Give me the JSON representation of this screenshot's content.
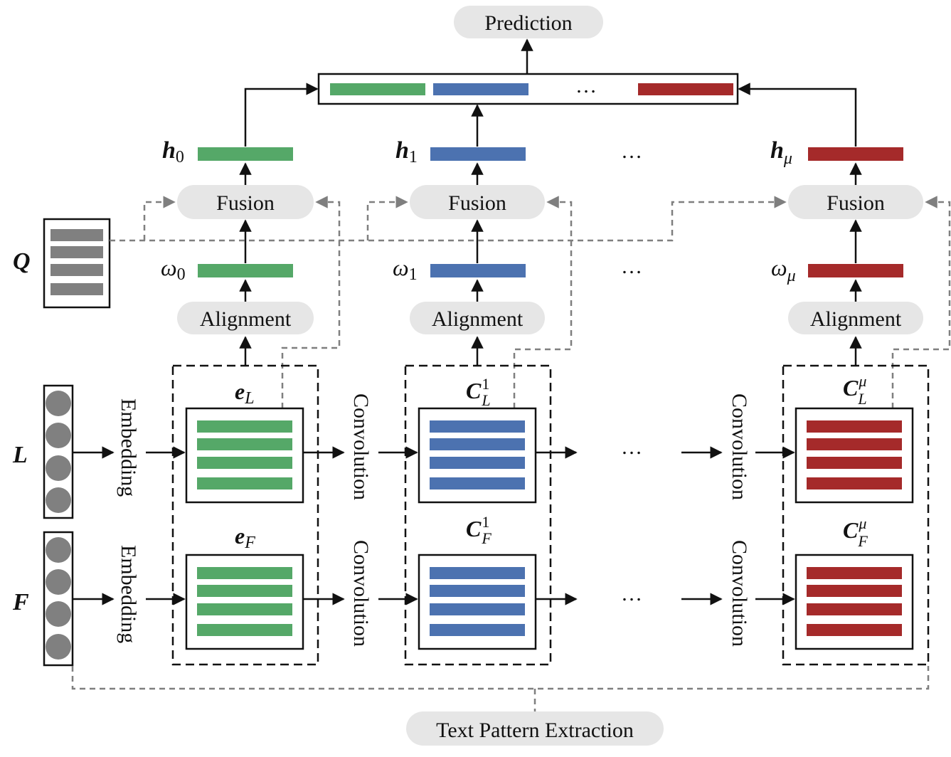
{
  "labels": {
    "prediction": "Prediction",
    "fusion": "Fusion",
    "alignment": "Alignment",
    "embedding": "Embedding",
    "convolution": "Convolution",
    "text_pattern_extraction": "Text Pattern Extraction",
    "ellipsis": "…"
  },
  "inputs": {
    "q": "Q",
    "l": "L",
    "f": "F"
  },
  "symbols": {
    "h_base": "h",
    "h0_sub": "0",
    "h1_sub": "1",
    "hmu_sub": "μ",
    "omega_base": "ω",
    "omega0_sub": "0",
    "omega1_sub": "1",
    "omegamu_sub": "μ",
    "e_base": "e",
    "e_L_sub": "L",
    "e_F_sub": "F",
    "c_base": "C",
    "c1_sup": "1",
    "cmu_sup": "μ",
    "c_L_sub": "L",
    "c_F_sub": "F"
  },
  "colors": {
    "green": "#55a868",
    "blue": "#4c72b0",
    "red": "#a52a2a",
    "gray_block": "#808080",
    "pill_fill": "#e6e6e6",
    "dashed_gray": "#7f7f7f"
  }
}
